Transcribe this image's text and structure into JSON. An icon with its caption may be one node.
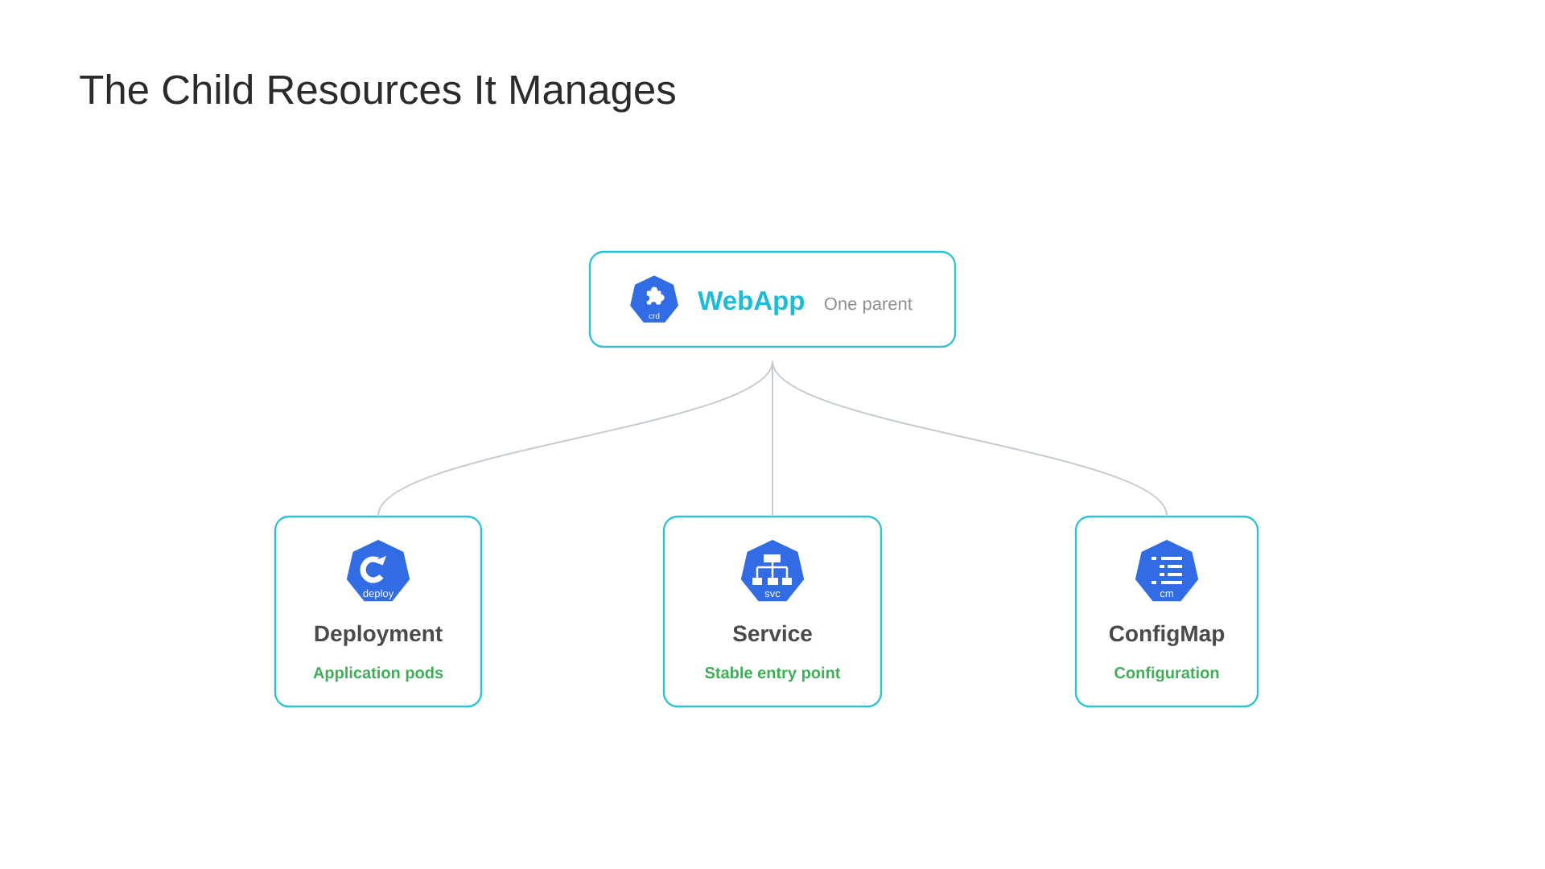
{
  "diagram": {
    "title": "The Child Resources It Manages",
    "nodes": [
      {
        "text": [
          "WebApp",
          "One parent"
        ]
      },
      {
        "text": [
          "crd"
        ],
        "in": 0
      },
      {
        "text": [
          "Deployment",
          "Application pods"
        ]
      },
      {
        "text": [
          "deploy"
        ],
        "in": 2
      },
      {
        "text": [
          "Service",
          "Stable entry point"
        ]
      },
      {
        "text": [
          "svc"
        ],
        "in": 4
      },
      {
        "text": [
          "ConfigMap",
          "Configuration"
        ]
      },
      {
        "text": [
          "cm"
        ],
        "in": 6
      }
    ],
    "edges": [
      {
        "from": 0,
        "to": 2,
        "arrow": "none"
      },
      {
        "from": 0,
        "to": 4,
        "arrow": "none"
      },
      {
        "from": 0,
        "to": 6,
        "arrow": "none"
      }
    ]
  }
}
